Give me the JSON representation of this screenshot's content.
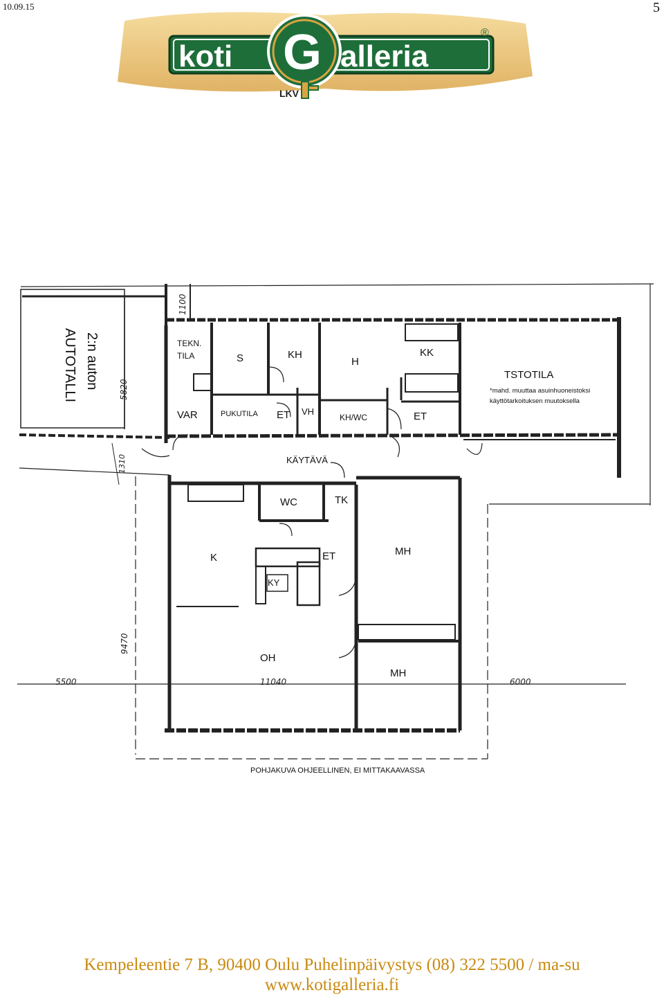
{
  "header": {
    "date": "10.09.15",
    "page_number": "5"
  },
  "logo": {
    "word_left": "koti",
    "word_mid": "G",
    "word_right": "alleria",
    "registered": "®",
    "sub": "LKV"
  },
  "colors": {
    "logo_green": "#1e6e3a",
    "logo_gold": "#d9a441",
    "footer_text": "#c98a10"
  },
  "floorplan": {
    "garage_line1": "2:n auton",
    "garage_line2": "AUTOTALLI",
    "rooms": {
      "tekn1": "TEKN.",
      "tekn2": "TILA",
      "s": "S",
      "kh": "KH",
      "h": "H",
      "kk": "KK",
      "tstotila": "TSTOTILA",
      "note1": "*mahd. muuttaa asuinhuoneistoksi",
      "note2": "käyttötarkoituksen muutoksella",
      "var": "VAR",
      "pukutila": "PUKUTILA",
      "et1": "ET",
      "vh": "VH",
      "khwc": "KH/WC",
      "et2": "ET",
      "kaytava": "KÄYTÄVÄ",
      "wc": "WC",
      "tk": "TK",
      "k": "K",
      "ky": "KY",
      "et3": "ET",
      "mh1": "MH",
      "oh": "OH",
      "mh2": "MH"
    },
    "dims": {
      "d1100": "1100",
      "d5820": "5820",
      "d1310": "1310",
      "d9470": "9470",
      "d5500": "5500",
      "d11040": "11040",
      "d6000": "6000"
    },
    "caption": "POHJAKUVA OHJEELLINEN, EI MITTAKAAVASSA"
  },
  "footer": {
    "line1": "Kempeleentie 7 B, 90400 Oulu Puhelinpäivystys (08) 322 5500 / ma-su",
    "line2": "www.kotigalleria.fi"
  }
}
